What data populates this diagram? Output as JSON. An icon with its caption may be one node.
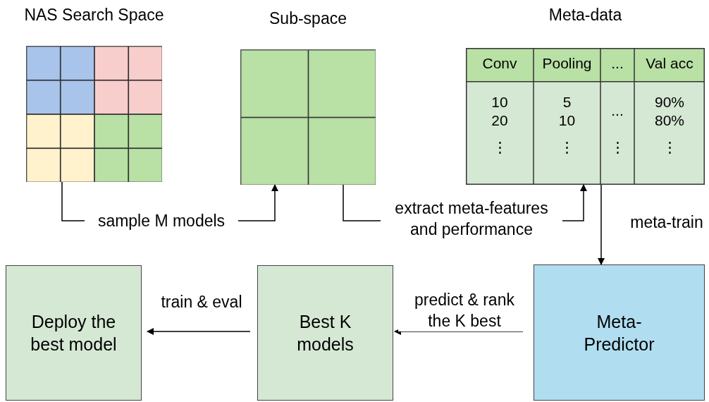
{
  "diagram": {
    "nodes": [
      {
        "text": [
          "NAS Search Space"
        ]
      },
      {
        "text": [
          "Sub-space"
        ]
      },
      {
        "text": [
          "Meta-data"
        ]
      },
      {
        "text": [
          "Meta-Predictor"
        ]
      },
      {
        "text": [
          "Best K models"
        ]
      },
      {
        "text": [
          "Deploy the best model"
        ]
      }
    ],
    "edges": [
      {
        "from": 0,
        "to": 1,
        "arrow": "to",
        "label": "sample M models"
      },
      {
        "from": 1,
        "to": 2,
        "arrow": "to",
        "label": "extract meta-features and performance"
      },
      {
        "from": 2,
        "to": 3,
        "arrow": "to",
        "label": "meta-train"
      },
      {
        "from": 3,
        "to": 4,
        "arrow": "to",
        "label": "predict & rank the K best"
      },
      {
        "from": 4,
        "to": 5,
        "arrow": "to",
        "label": "train & eval"
      }
    ],
    "labels": [
      "Conv",
      "Pooling",
      "...",
      "Val acc",
      "10",
      "5",
      "...",
      "90%",
      "20",
      "10",
      "80%",
      "⋮",
      "⋮",
      "⋮",
      "⋮"
    ]
  }
}
